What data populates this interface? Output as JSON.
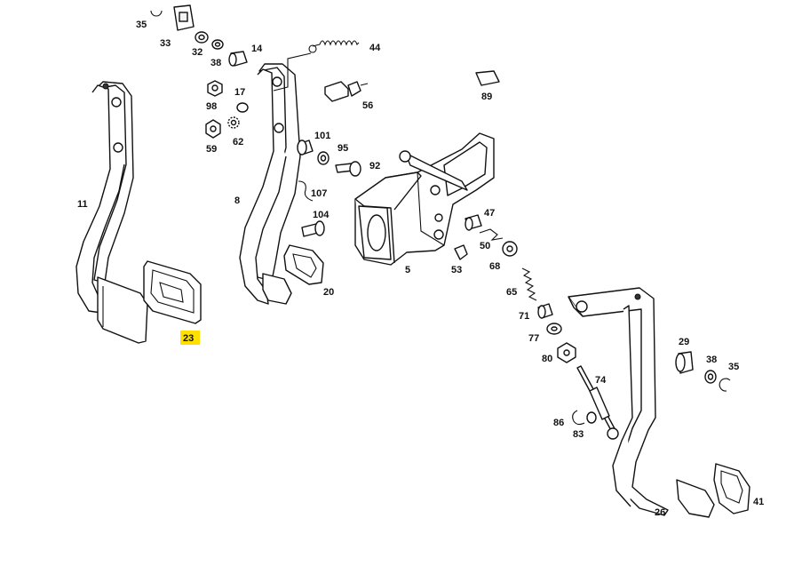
{
  "diagram": {
    "highlight_color": "#ffe000",
    "labels": [
      {
        "id": "35a",
        "text": "35",
        "highlight": false
      },
      {
        "id": "33",
        "text": "33",
        "highlight": false
      },
      {
        "id": "32",
        "text": "32",
        "highlight": false
      },
      {
        "id": "38a",
        "text": "38",
        "highlight": false
      },
      {
        "id": "14",
        "text": "14",
        "highlight": false
      },
      {
        "id": "44",
        "text": "44",
        "highlight": false
      },
      {
        "id": "56",
        "text": "56",
        "highlight": false
      },
      {
        "id": "89",
        "text": "89",
        "highlight": false
      },
      {
        "id": "17",
        "text": "17",
        "highlight": false
      },
      {
        "id": "98",
        "text": "98",
        "highlight": false
      },
      {
        "id": "62",
        "text": "62",
        "highlight": false
      },
      {
        "id": "59",
        "text": "59",
        "highlight": false
      },
      {
        "id": "101",
        "text": "101",
        "highlight": false
      },
      {
        "id": "95",
        "text": "95",
        "highlight": false
      },
      {
        "id": "92",
        "text": "92",
        "highlight": false
      },
      {
        "id": "107",
        "text": "107",
        "highlight": false
      },
      {
        "id": "104",
        "text": "104",
        "highlight": false
      },
      {
        "id": "11",
        "text": "11",
        "highlight": false
      },
      {
        "id": "8",
        "text": "8",
        "highlight": false
      },
      {
        "id": "20",
        "text": "20",
        "highlight": false
      },
      {
        "id": "23",
        "text": "23",
        "highlight": true
      },
      {
        "id": "5",
        "text": "5",
        "highlight": false
      },
      {
        "id": "47",
        "text": "47",
        "highlight": false
      },
      {
        "id": "50",
        "text": "50",
        "highlight": false
      },
      {
        "id": "53",
        "text": "53",
        "highlight": false
      },
      {
        "id": "68",
        "text": "68",
        "highlight": false
      },
      {
        "id": "65",
        "text": "65",
        "highlight": false
      },
      {
        "id": "71",
        "text": "71",
        "highlight": false
      },
      {
        "id": "77",
        "text": "77",
        "highlight": false
      },
      {
        "id": "80",
        "text": "80",
        "highlight": false
      },
      {
        "id": "74",
        "text": "74",
        "highlight": false
      },
      {
        "id": "86",
        "text": "86",
        "highlight": false
      },
      {
        "id": "83",
        "text": "83",
        "highlight": false
      },
      {
        "id": "29",
        "text": "29",
        "highlight": false
      },
      {
        "id": "38b",
        "text": "38",
        "highlight": false
      },
      {
        "id": "35b",
        "text": "35",
        "highlight": false
      },
      {
        "id": "26",
        "text": "26",
        "highlight": false
      },
      {
        "id": "41",
        "text": "41",
        "highlight": false
      }
    ]
  }
}
